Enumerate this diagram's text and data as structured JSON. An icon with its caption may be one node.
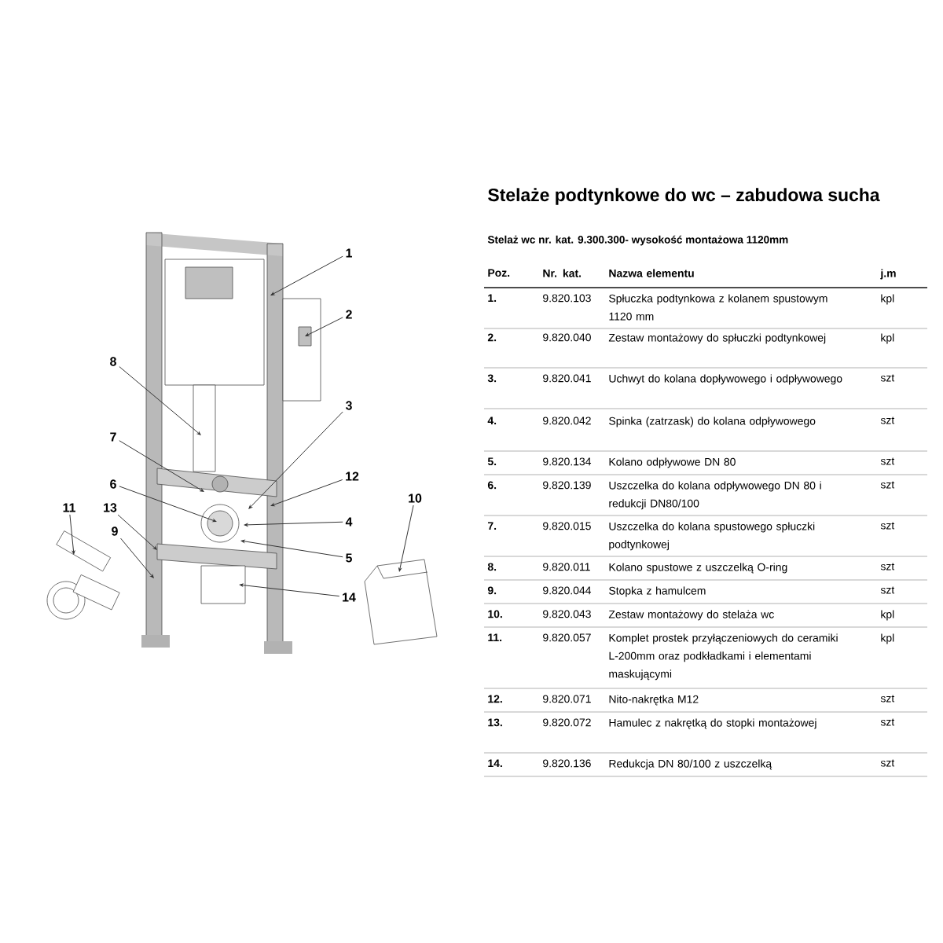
{
  "diagram": {
    "title": "Stelaże podtynkowe do wc – zabudowa sucha",
    "nodes": [
      {
        "text": [
          "1"
        ]
      },
      {
        "text": [
          "2"
        ]
      },
      {
        "text": [
          "8"
        ]
      },
      {
        "text": [
          "3"
        ]
      },
      {
        "text": [
          "7"
        ]
      },
      {
        "text": [
          "12"
        ]
      },
      {
        "text": [
          "6"
        ]
      },
      {
        "text": [
          "10"
        ]
      },
      {
        "text": [
          "11"
        ]
      },
      {
        "text": [
          "13"
        ]
      },
      {
        "text": [
          "4"
        ]
      },
      {
        "text": [
          "9"
        ]
      },
      {
        "text": [
          "5"
        ]
      },
      {
        "text": [
          "14"
        ]
      }
    ],
    "edges": [
      {
        "from": 0,
        "to": null,
        "arrow": "to"
      },
      {
        "from": 1,
        "to": null,
        "arrow": "to"
      },
      {
        "from": 2,
        "to": null,
        "arrow": "to"
      },
      {
        "from": 3,
        "to": null,
        "arrow": "to"
      },
      {
        "from": 4,
        "to": null,
        "arrow": "to"
      },
      {
        "from": 5,
        "to": null,
        "arrow": "to"
      },
      {
        "from": 6,
        "to": null,
        "arrow": "to"
      },
      {
        "from": 7,
        "to": null,
        "arrow": "to"
      },
      {
        "from": 8,
        "to": null,
        "arrow": "to"
      },
      {
        "from": 9,
        "to": null,
        "arrow": "to"
      },
      {
        "from": 10,
        "to": null,
        "arrow": "to"
      },
      {
        "from": 11,
        "to": null,
        "arrow": "to"
      },
      {
        "from": 12,
        "to": null,
        "arrow": "to"
      },
      {
        "from": 13,
        "to": null,
        "arrow": "to"
      }
    ],
    "labels": [
      "Stelaż wc nr. kat. 9.300.300- wysokość montażowa 1120mm",
      "Poz.",
      "Nr. kat.",
      "Nazwa elementu",
      "j.m",
      "1.",
      "9.820.103",
      "Spłuczka podtynkowa z kolanem spustowym 1120 mm",
      "kpl",
      "2.",
      "9.820.040",
      "Zestaw montażowy do spłuczki podtynkowej",
      "kpl",
      "3.",
      "9.820.041",
      "Uchwyt do kolana dopływowego i odpływowego",
      "szt",
      "4.",
      "9.820.042",
      "Spinka (zatrzask) do kolana odpływowego",
      "szt",
      "5.",
      "9.820.134",
      "Kolano odpływowe DN 80",
      "szt",
      "6.",
      "9.820.139",
      "Uszczelka do kolana odpływowego DN 80 i redukcji DN80/100",
      "szt",
      "7.",
      "9.820.015",
      "Uszczelka do kolana spustowego spłuczki podtynkowej",
      "szt",
      "8.",
      "9.820.011",
      "Kolano spustowe z uszczelką O-ring",
      "szt",
      "9.",
      "9.820.044",
      "Stopka z hamulcem",
      "szt",
      "10.",
      "9.820.043",
      "Zestaw montażowy do stelaża wc",
      "kpl",
      "11.",
      "9.820.057",
      "Komplet prostek przyłączeniowych do ceramiki L-200mm oraz podkładkami i elementami maskującymi",
      "kpl",
      "12.",
      "9.820.071",
      "Nito-nakrętka M12",
      "szt",
      "13.",
      "9.820.072",
      "Hamulec z nakrętką do stopki montażowej",
      "szt",
      "14.",
      "9.820.136",
      "Redukcja DN 80/100 z uszczelką",
      "szt"
    ]
  }
}
